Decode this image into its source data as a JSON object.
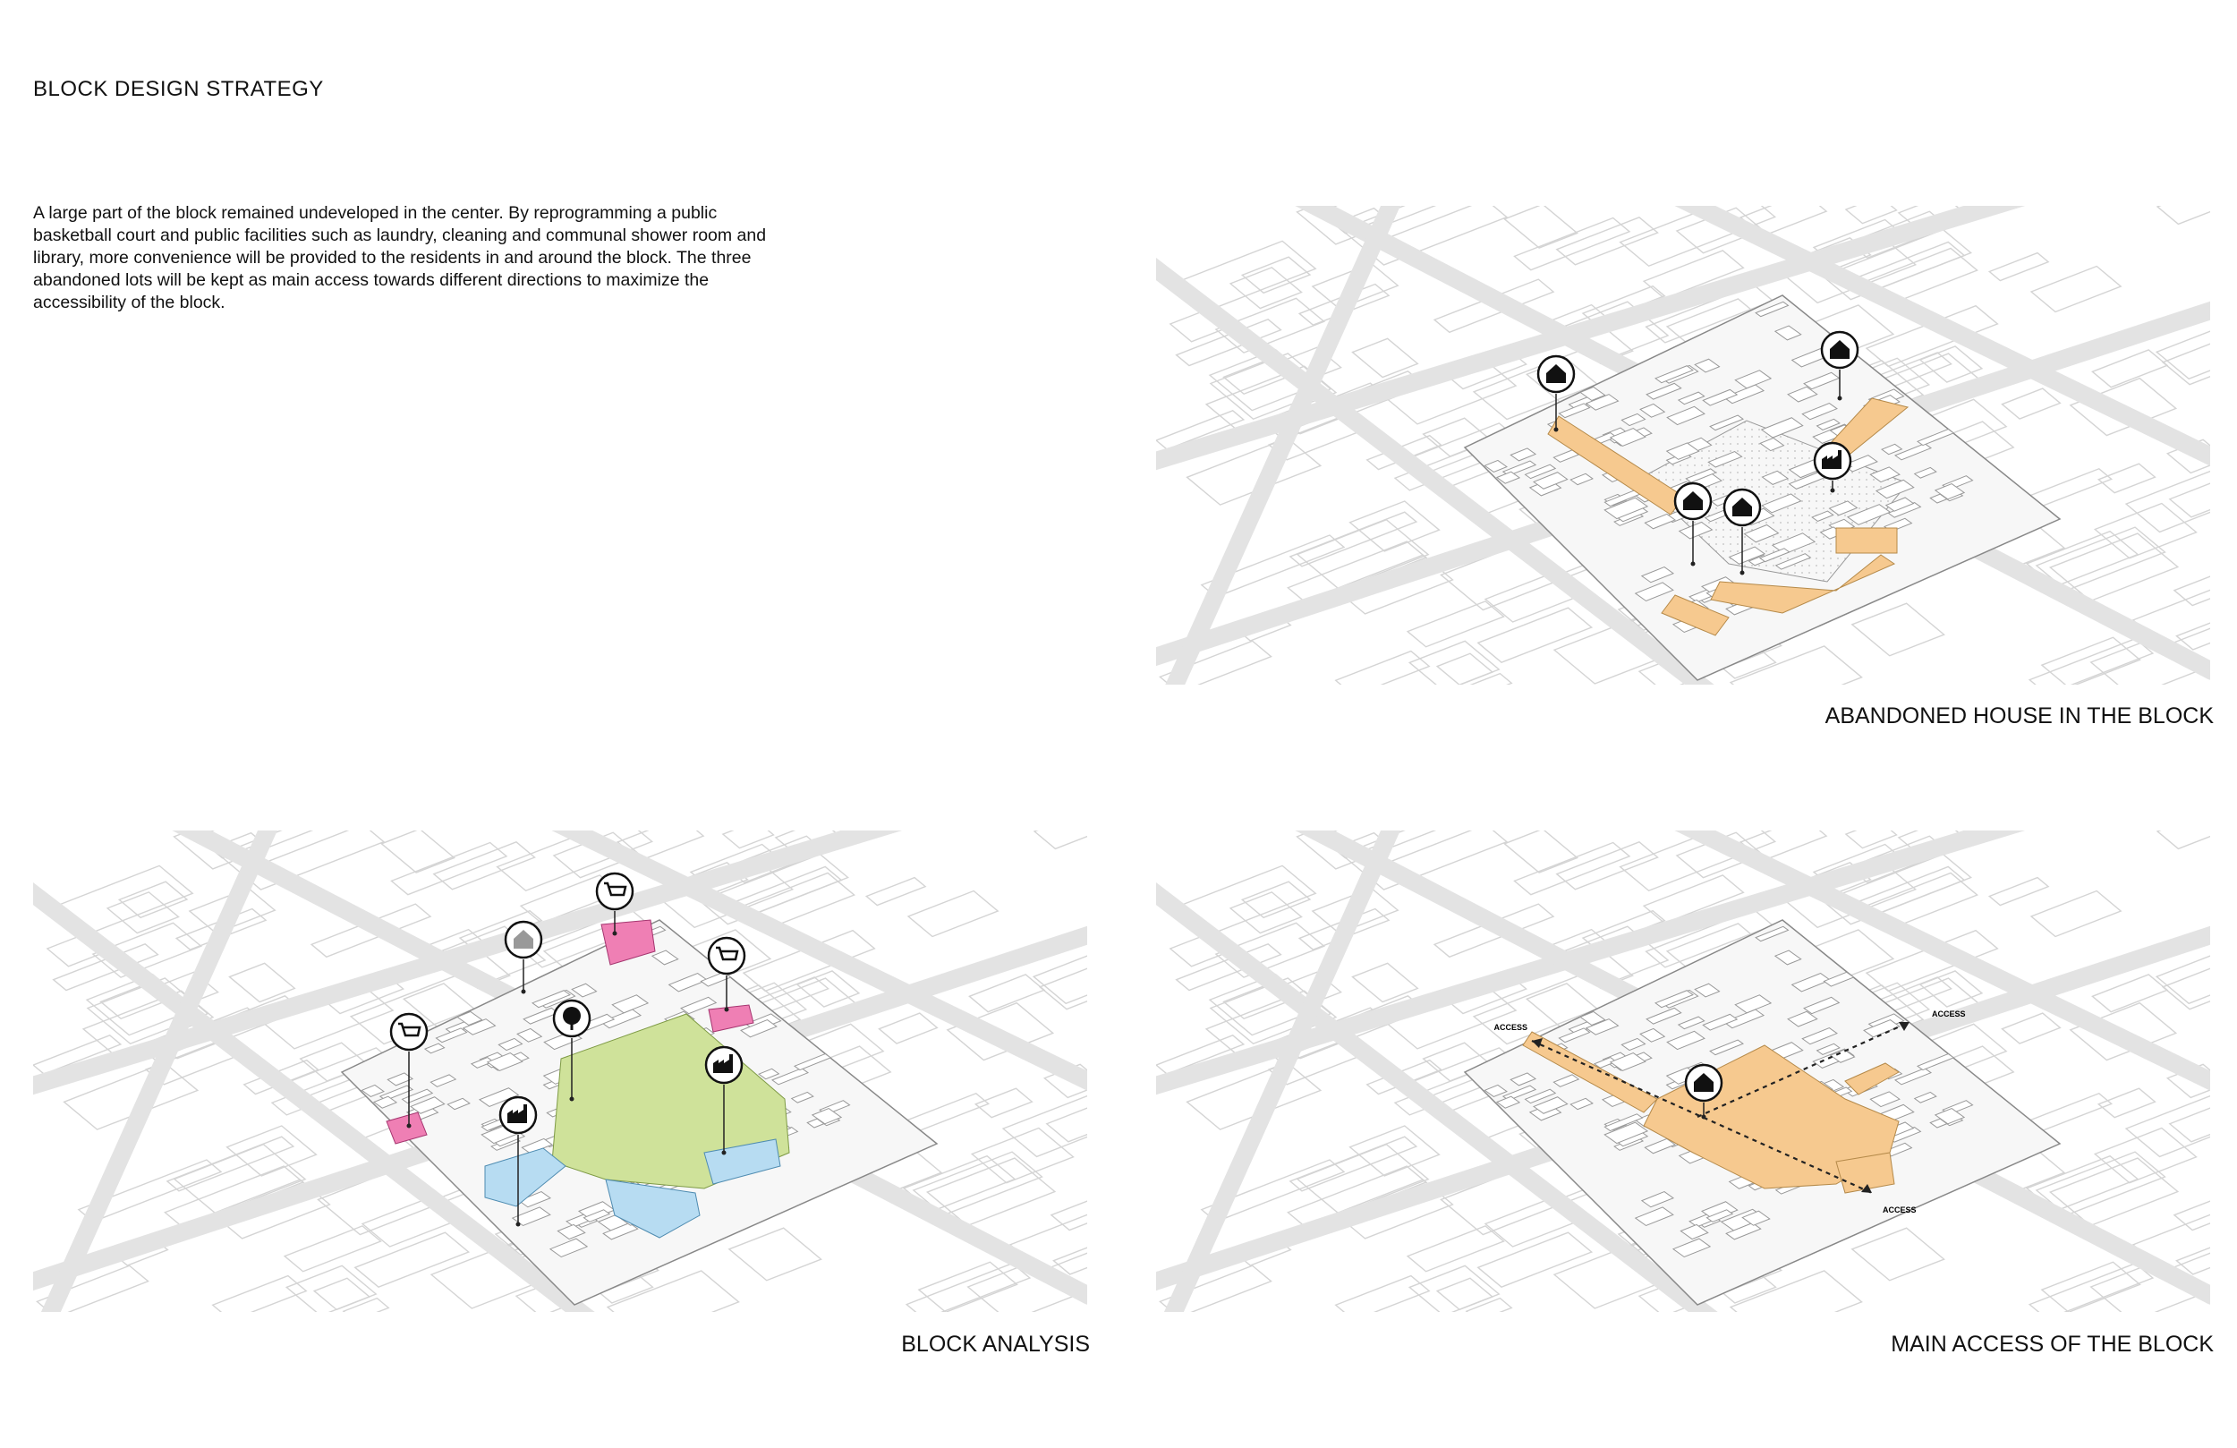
{
  "page": {
    "title": "BLOCK DESIGN STRATEGY",
    "description": "A large part of the block remained undeveloped in the center. By reprogramming a public basketball court and public facilities such as laundry, cleaning and communal shower room and library, more convenience will be provided to the residents in and around the block. The three abandoned lots will be kept as main access towards different directions to maximize the accessibility of the block."
  },
  "panels": [
    {
      "caption": "ABANDONED HOUSE IN THE BLOCK",
      "markers": [
        "house-icon",
        "house-icon",
        "house-icon",
        "house-icon",
        "factory-icon"
      ]
    },
    {
      "caption": "BLOCK ANALYSIS",
      "markers": [
        "cart-icon",
        "cart-icon",
        "cart-icon",
        "house-icon",
        "tree-icon",
        "factory-icon",
        "factory-icon"
      ]
    },
    {
      "caption": "MAIN ACCESS OF THE BLOCK",
      "markers": [
        "house-icon"
      ],
      "access_labels": [
        "ACCESS",
        "ACCESS",
        "ACCESS"
      ]
    }
  ],
  "colors": {
    "abandoned": "#f6c98f",
    "green_space": "#cfe29a",
    "public_facility": "#b7dcf2",
    "store": "#ef7fb4",
    "road": "#e6e6e6",
    "parcel_line": "#d2d2d2"
  }
}
